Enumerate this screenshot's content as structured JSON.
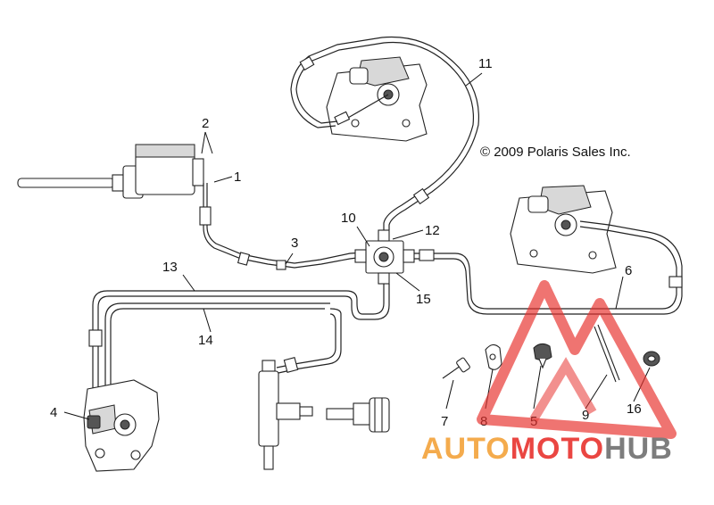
{
  "copyright": "© 2009 Polaris Sales Inc.",
  "callouts": {
    "c1": "1",
    "c2": "2",
    "c3": "3",
    "c4": "4",
    "c5": "5",
    "c6": "6",
    "c7": "7",
    "c8": "8",
    "c9": "9",
    "c10": "10",
    "c11": "11",
    "c12": "12",
    "c13": "13",
    "c14": "14",
    "c15": "15",
    "c16": "16"
  },
  "watermark": {
    "part1": "AUTO",
    "part2": "MOTO",
    "part3": "HUB",
    "colors": {
      "red": "#e8322e",
      "orange": "#f3a33a",
      "gray": "#6f6f6f"
    }
  }
}
